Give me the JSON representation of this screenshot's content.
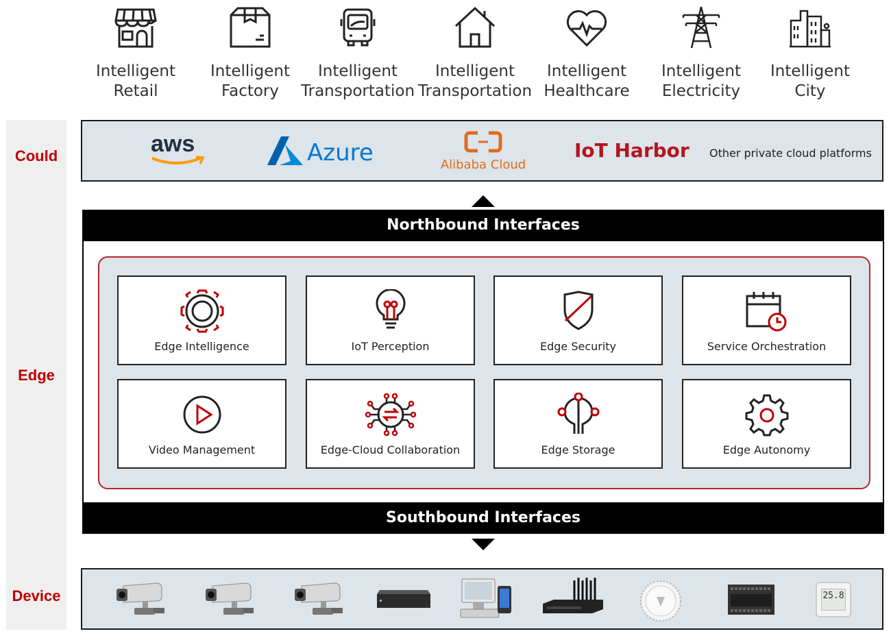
{
  "applications": [
    {
      "line1": "Intelligent",
      "line2": "Retail",
      "icon": "shop-icon"
    },
    {
      "line1": "Intelligent",
      "line2": "Factory",
      "icon": "box-icon"
    },
    {
      "line1": "Intelligent",
      "line2": "Transportation",
      "icon": "bus-icon"
    },
    {
      "line1": "Intelligent",
      "line2": "Transportation",
      "icon": "house-icon"
    },
    {
      "line1": "Intelligent",
      "line2": "Healthcare",
      "icon": "heart-pulse-icon"
    },
    {
      "line1": "Intelligent",
      "line2": "Electricity",
      "icon": "power-tower-icon"
    },
    {
      "line1": "Intelligent",
      "line2": "City",
      "icon": "buildings-icon"
    }
  ],
  "layers": {
    "cloud": "Could",
    "edge": "Edge",
    "device": "Device"
  },
  "cloud": {
    "aws": "aws",
    "azure": "Azure",
    "alibaba": "Alibaba Cloud",
    "iot_harbor": "IoT Harbor",
    "other": "Other private cloud platforms"
  },
  "interfaces": {
    "north": "Northbound Interfaces",
    "south": "Southbound Interfaces"
  },
  "edge_modules": [
    {
      "label": "Edge Intelligence",
      "icon": "gear-ring-icon"
    },
    {
      "label": "IoT Perception",
      "icon": "lightbulb-icon"
    },
    {
      "label": "Edge Security",
      "icon": "shield-icon"
    },
    {
      "label": "Service Orchestration",
      "icon": "calendar-clock-icon"
    },
    {
      "label": "Video Management",
      "icon": "play-icon"
    },
    {
      "label": "Edge-Cloud Collaboration",
      "icon": "sync-circuit-icon"
    },
    {
      "label": "Edge Storage",
      "icon": "storage-tree-icon"
    },
    {
      "label": "Edge Autonomy",
      "icon": "cog-icon"
    }
  ],
  "devices": [
    {
      "icon": "bullet-camera-icon"
    },
    {
      "icon": "bullet-camera-icon"
    },
    {
      "icon": "bullet-camera-icon"
    },
    {
      "icon": "nvr-box-icon"
    },
    {
      "icon": "pos-terminal-icon"
    },
    {
      "icon": "router-antennas-icon"
    },
    {
      "icon": "ceiling-ap-icon"
    },
    {
      "icon": "plc-controller-icon"
    },
    {
      "icon": "thermometer-display-icon"
    }
  ],
  "device_readout": "25.8",
  "colors": {
    "accent_red": "#c00000",
    "panel_blue": "#dde4ea",
    "azure_blue": "#0078d4",
    "alibaba_orange": "#e06c1e",
    "aws_orange": "#ff9900"
  }
}
